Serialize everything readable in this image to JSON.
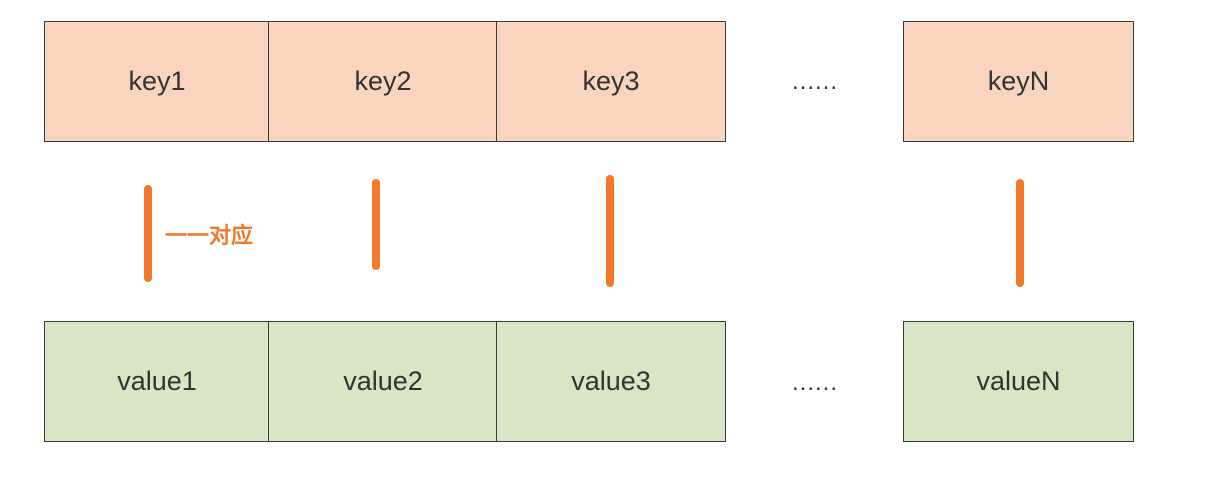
{
  "colors": {
    "key_fill": "#f9d5c0",
    "value_fill": "#d7e6c4",
    "border": "#3a3a3a",
    "connector": "#f07a2a",
    "text": "#333333"
  },
  "keys": {
    "items": [
      "key1",
      "key2",
      "key3"
    ],
    "ellipsis": "......",
    "last": "keyN"
  },
  "values": {
    "items": [
      "value1",
      "value2",
      "value3"
    ],
    "ellipsis": "......",
    "last": "valueN"
  },
  "annotation": "一一对应"
}
